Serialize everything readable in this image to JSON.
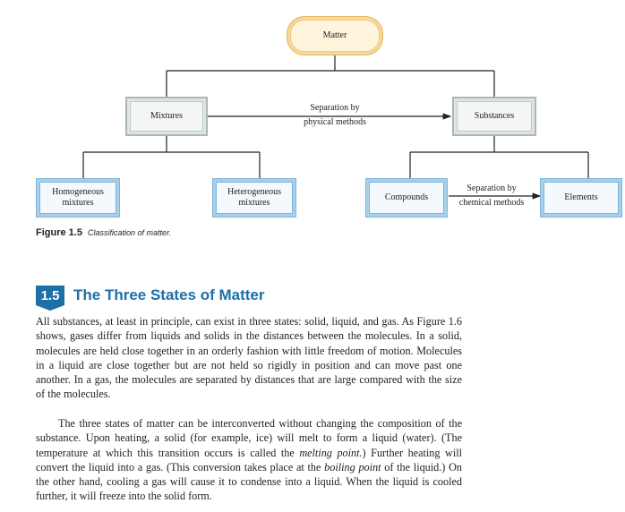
{
  "figure": {
    "nodes": {
      "matter": "Matter",
      "mixtures": "Mixtures",
      "substances": "Substances",
      "homogeneous": "Homogeneous\nmixtures",
      "heterogeneous": "Heterogeneous\nmixtures",
      "compounds": "Compounds",
      "elements": "Elements"
    },
    "edge_labels": {
      "physical": "Separation by\nphysical methods",
      "chemical": "Separation by\nchemical methods"
    },
    "caption_number": "Figure 1.5",
    "caption_text": "Classification of matter."
  },
  "section": {
    "number": "1.5",
    "title": "The Three States of Matter"
  },
  "paragraphs": {
    "p1": "All substances, at least in principle, can exist in three states: solid, liquid, and gas. As Figure 1.6 shows, gases differ from liquids and solids in the distances between the molecules. In a solid, molecules are held close together in an orderly fashion with little freedom of motion. Molecules in a liquid are close together but are not held so rigidly in position and can move past one another. In a gas, the molecules are separated by distances that are large compared with the size of the molecules.",
    "p2_a": "The three states of matter can be interconverted without changing the composition of the substance. Upon heating, a solid (for example, ice) will melt to form a liquid (water). (The temperature at which this transition occurs is called the ",
    "p2_em1": "melting point.",
    "p2_b": ") Further heating will convert the liquid into a gas. (This conversion takes place at the ",
    "p2_em2": "boiling point",
    "p2_c": " of the liquid.) On the other hand, cooling a gas will cause it to condense into a liquid. When the liquid is cooled further, it will freeze into the solid form."
  }
}
